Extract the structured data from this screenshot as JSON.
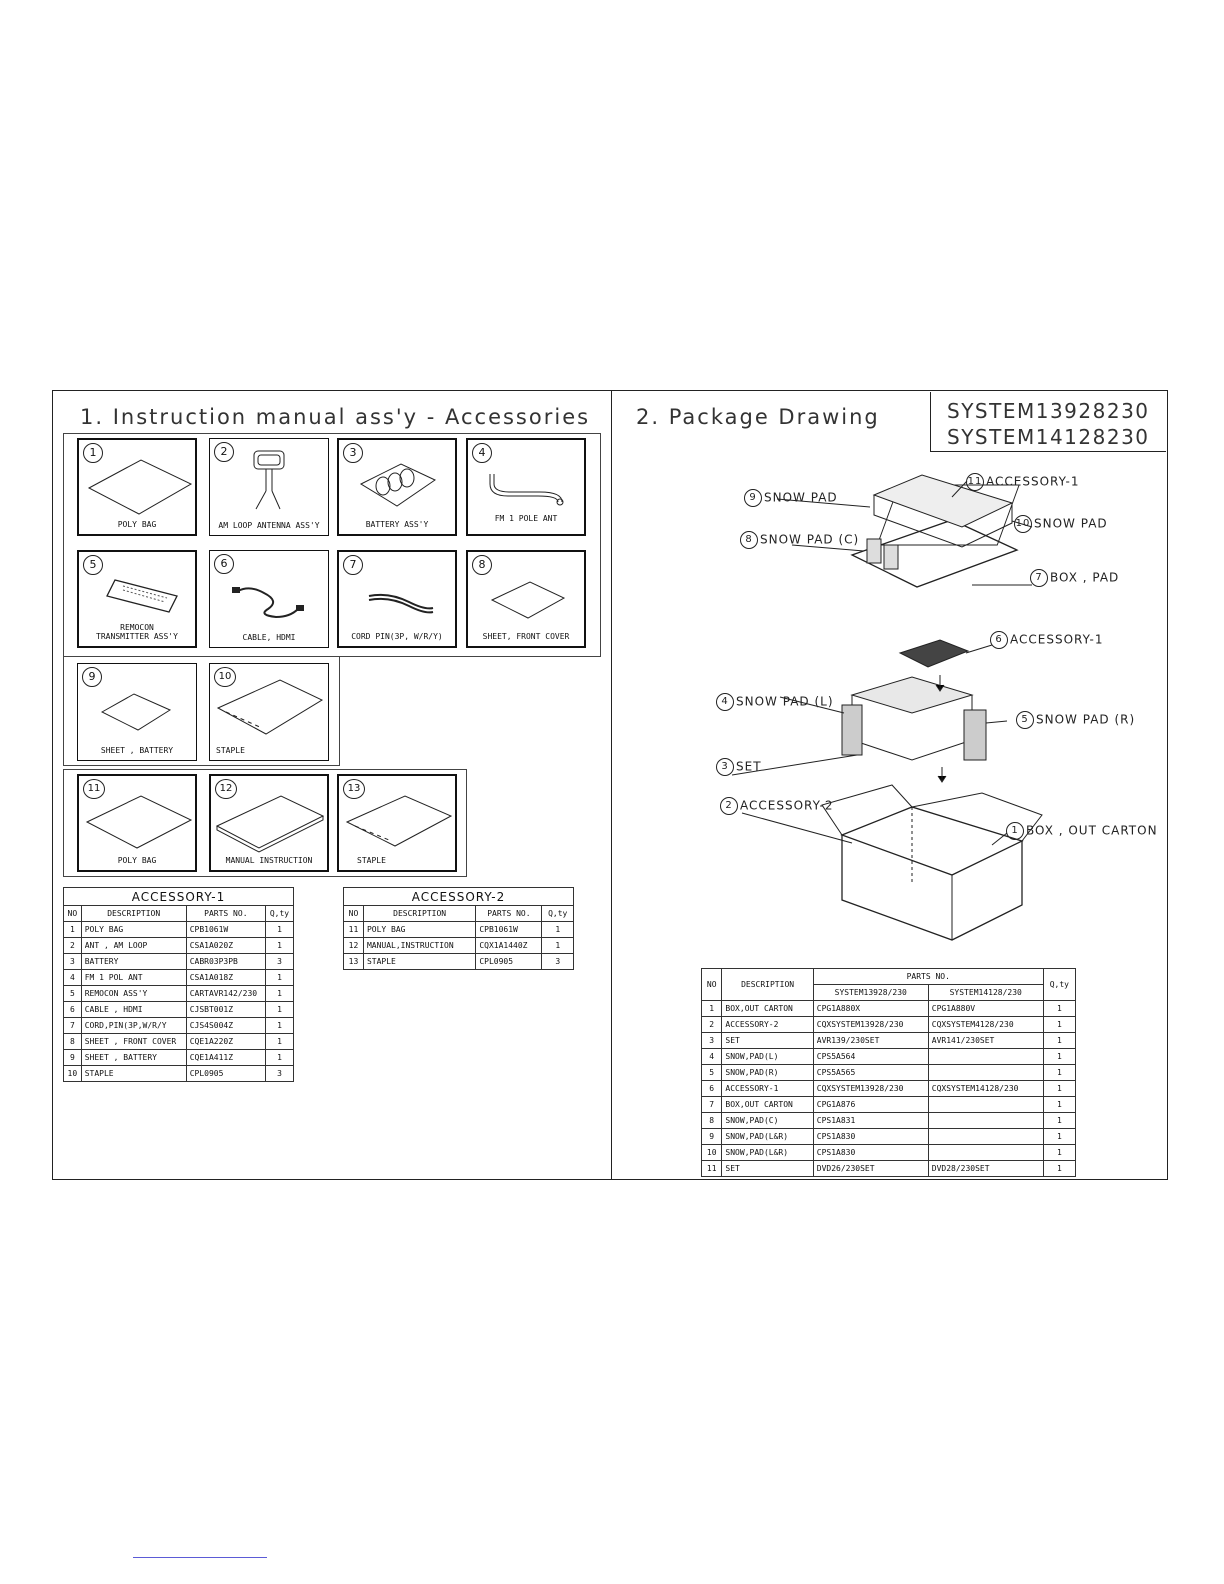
{
  "left_section_title": "1. Instruction manual ass'y - Accessories",
  "right_section_title": "2. Package Drawing",
  "system_models": [
    "SYSTEM13928230",
    "SYSTEM14128230"
  ],
  "accessory_panels": [
    {
      "num": "1",
      "caption": "POLY BAG"
    },
    {
      "num": "2",
      "caption": "AM LOOP ANTENNA ASS'Y"
    },
    {
      "num": "3",
      "caption": "BATTERY  ASS'Y"
    },
    {
      "num": "4",
      "caption": "FM 1 POLE ANT"
    },
    {
      "num": "5",
      "caption": "REMOCON",
      "caption2": "TRANSMITTER ASS'Y"
    },
    {
      "num": "6",
      "caption": "CABLE, HDMI"
    },
    {
      "num": "7",
      "caption": "CORD PIN(3P, W/R/Y)"
    },
    {
      "num": "8",
      "caption": "SHEET, FRONT COVER"
    },
    {
      "num": "9",
      "caption": "SHEET , BATTERY"
    },
    {
      "num": "10",
      "caption": "STAPLE"
    },
    {
      "num": "11",
      "caption": "POLY BAG"
    },
    {
      "num": "12",
      "caption": "MANUAL INSTRUCTION"
    },
    {
      "num": "13",
      "caption": "STAPLE"
    }
  ],
  "accessory1_table": {
    "title": "ACCESSORY-1",
    "headers": [
      "NO",
      "DESCRIPTION",
      "PARTS NO.",
      "Q,ty"
    ],
    "rows": [
      [
        "1",
        "POLY BAG",
        "CPB1061W",
        "1"
      ],
      [
        "2",
        "ANT , AM LOOP",
        "CSA1A020Z",
        "1"
      ],
      [
        "3",
        "BATTERY",
        "CABR03P3PB",
        "3"
      ],
      [
        "4",
        "FM 1 POL ANT",
        "CSA1A018Z",
        "1"
      ],
      [
        "5",
        "REMOCON ASS'Y",
        "CARTAVR142/230",
        "1"
      ],
      [
        "6",
        "CABLE , HDMI",
        "CJSBT001Z",
        "1"
      ],
      [
        "7",
        "CORD,PIN(3P,W/R/Y",
        "CJS4S004Z",
        "1"
      ],
      [
        "8",
        "SHEET , FRONT COVER",
        "CQE1A220Z",
        "1"
      ],
      [
        "9",
        "SHEET , BATTERY",
        "CQE1A411Z",
        "1"
      ],
      [
        "10",
        "STAPLE",
        "CPL0905",
        "3"
      ]
    ]
  },
  "accessory2_table": {
    "title": "ACCESSORY-2",
    "headers": [
      "NO",
      "DESCRIPTION",
      "PARTS NO.",
      "Q,ty"
    ],
    "rows": [
      [
        "11",
        "POLY BAG",
        "CPB1061W",
        "1"
      ],
      [
        "12",
        "MANUAL,INSTRUCTION",
        "CQX1A1440Z",
        "1"
      ],
      [
        "13",
        "STAPLE",
        "CPL0905",
        "3"
      ]
    ]
  },
  "package_labels": [
    {
      "num": "9",
      "text": "SNOW PAD"
    },
    {
      "num": "11",
      "text": "ACCESSORY-1"
    },
    {
      "num": "10",
      "text": "SNOW PAD"
    },
    {
      "num": "8",
      "text": "SNOW PAD (C)"
    },
    {
      "num": "7",
      "text": "BOX , PAD"
    },
    {
      "num": "6",
      "text": "ACCESSORY-1"
    },
    {
      "num": "4",
      "text": "SNOW PAD (L)"
    },
    {
      "num": "5",
      "text": "SNOW PAD (R)"
    },
    {
      "num": "3",
      "text": "SET"
    },
    {
      "num": "2",
      "text": "ACCESSORY-2"
    },
    {
      "num": "1",
      "text": "BOX , OUT CARTON"
    }
  ],
  "package_table": {
    "h_no": "NO",
    "h_desc": "DESCRIPTION",
    "h_parts": "PARTS NO.",
    "h_qty": "Q,ty",
    "h_sys1": "SYSTEM13928/230",
    "h_sys2": "SYSTEM14128/230",
    "rows": [
      [
        "1",
        "BOX,OUT CARTON",
        "CPG1A880X",
        "CPG1A880V",
        "1"
      ],
      [
        "2",
        "ACCESSORY-2",
        "CQXSYSTEM13928/230",
        "CQXSYSTEM4128/230",
        "1"
      ],
      [
        "3",
        "SET",
        "AVR139/230SET",
        "AVR141/230SET",
        "1"
      ],
      [
        "4",
        "SNOW,PAD(L)",
        "CPS5A564",
        "",
        "1"
      ],
      [
        "5",
        "SNOW,PAD(R)",
        "CPS5A565",
        "",
        "1"
      ],
      [
        "6",
        "ACCESSORY-1",
        "CQXSYSTEM13928/230",
        "CQXSYSTEM14128/230",
        "1"
      ],
      [
        "7",
        "BOX,OUT CARTON",
        "CPG1A876",
        "",
        "1"
      ],
      [
        "8",
        "SNOW,PAD(C)",
        "CPS1A831",
        "",
        "1"
      ],
      [
        "9",
        "SNOW,PAD(L&R)",
        "CPS1A830",
        "",
        "1"
      ],
      [
        "10",
        "SNOW,PAD(L&R)",
        "CPS1A830",
        "",
        "1"
      ],
      [
        "11",
        "SET",
        "DVD26/230SET",
        "DVD28/230SET",
        "1"
      ]
    ]
  }
}
